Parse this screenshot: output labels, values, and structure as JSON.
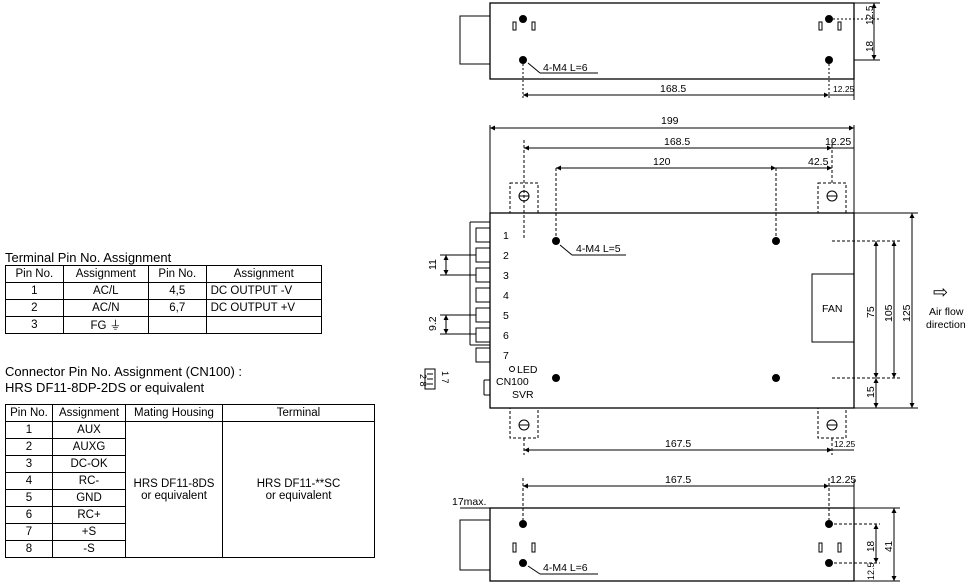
{
  "terminal_table": {
    "title": "Terminal Pin No.  Assignment",
    "headers": [
      "Pin No.",
      "Assignment",
      "Pin No.",
      "Assignment"
    ],
    "rows": [
      [
        "1",
        "AC/L",
        "4,5",
        "DC OUTPUT -V"
      ],
      [
        "2",
        "AC/N",
        "6,7",
        "DC OUTPUT +V"
      ],
      [
        "3",
        "FG ⏚",
        "",
        ""
      ]
    ]
  },
  "connector_table": {
    "title": "Connector Pin No. Assignment (CN100) :",
    "subtitle": "HRS DF11-8DP-2DS or equivalent",
    "headers": [
      "Pin No.",
      "Assignment",
      "Mating Housing",
      "Terminal"
    ],
    "rows": [
      [
        "1",
        "AUX"
      ],
      [
        "2",
        "AUXG"
      ],
      [
        "3",
        "DC-OK"
      ],
      [
        "4",
        "RC-"
      ],
      [
        "5",
        "GND"
      ],
      [
        "6",
        "RC+"
      ],
      [
        "7",
        "+S"
      ],
      [
        "8",
        "-S"
      ]
    ],
    "mating_housing": "HRS DF11-8DS\nor equivalent",
    "terminal": "HRS DF11-**SC\nor equivalent"
  },
  "drawing": {
    "top_view": {
      "screw": "4-M4 L=6",
      "dim_168_5": "168.5",
      "dim_12_25": "12.25",
      "dim_12_5": "12.5",
      "dim_18": "18"
    },
    "front_view": {
      "dim_199": "199",
      "dim_168_5": "168.5",
      "dim_12_25": "12.25",
      "dim_120": "120",
      "dim_42_5": "42.5",
      "screw": "4-M4 L=5",
      "pins": [
        "1",
        "2",
        "3",
        "4",
        "5",
        "6",
        "7"
      ],
      "dim_11": "11",
      "dim_9_2": "9.2",
      "led": "LED",
      "cn100": "CN100",
      "svr": "SVR",
      "conn_pins_a": "2 8",
      "conn_pins_b": "1 7",
      "fan": "FAN",
      "dim_75": "75",
      "dim_105": "105",
      "dim_125": "125",
      "dim_15": "15",
      "dim_167_5": "167.5",
      "dim_12_25_b": "12.25"
    },
    "side_view": {
      "dim_167_5": "167.5",
      "dim_12_25": "12.25",
      "dim_17max": "17max.",
      "screw": "4-M4 L=6",
      "dim_18": "18",
      "dim_41": "41",
      "dim_12_5": "12.5"
    },
    "airflow": {
      "arrow": "⇨",
      "line1": "Air flow",
      "line2": "direction"
    }
  }
}
